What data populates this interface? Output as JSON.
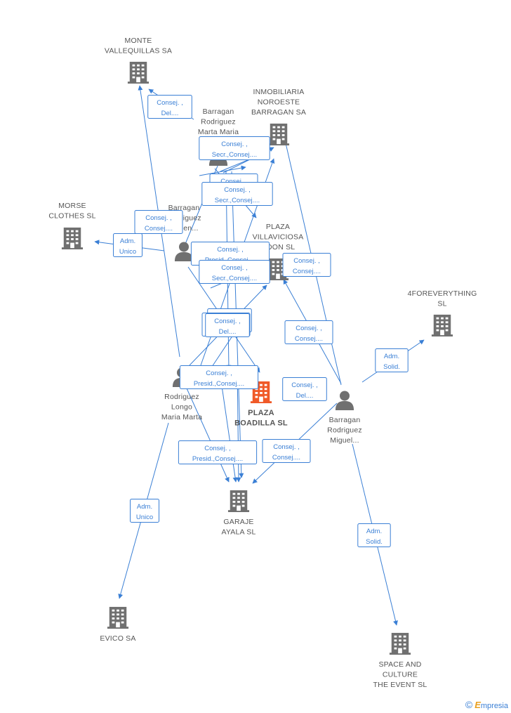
{
  "colors": {
    "edge": "#3a7fd5",
    "company": "#707070",
    "focus": "#f05a28",
    "person": "#707070"
  },
  "companies": [
    {
      "id": "monte",
      "label": [
        "MONTE",
        "VALLEQUILLAS SA"
      ],
      "icon": "building-icon"
    },
    {
      "id": "inmob",
      "label": [
        "INMOBILIARIA",
        "NOROESTE",
        "BARRAGAN SA"
      ],
      "icon": "building-icon"
    },
    {
      "id": "morse",
      "label": [
        "MORSE",
        "CLOTHES  SL"
      ],
      "icon": "building-icon"
    },
    {
      "id": "villaviciosa",
      "label": [
        "PLAZA",
        "VILLAVICIOSA",
        "ODON SL"
      ],
      "icon": "building-icon"
    },
    {
      "id": "4forever",
      "label": [
        "4FOREVERYTHING",
        "SL"
      ],
      "icon": "building-icon"
    },
    {
      "id": "boadilla",
      "label": [
        "PLAZA",
        "BOADILLA SL"
      ],
      "icon": "building-icon",
      "focus": true
    },
    {
      "id": "garaje",
      "label": [
        "GARAJE",
        "AYALA SL"
      ],
      "icon": "building-icon"
    },
    {
      "id": "evico",
      "label": [
        "EVICO SA"
      ],
      "icon": "building-icon"
    },
    {
      "id": "space",
      "label": [
        "SPACE AND",
        "CULTURE",
        "THE EVENT SL"
      ],
      "icon": "building-icon"
    }
  ],
  "persons": [
    {
      "id": "marta",
      "label": [
        "Barragan",
        "Rodriguez",
        "Marta Maria"
      ],
      "icon": "person-icon"
    },
    {
      "id": "ruben",
      "label": [
        "Barragan",
        "Rodriguez",
        "Ruben..."
      ],
      "icon": "person-icon"
    },
    {
      "id": "longo",
      "label": [
        "Rodriguez",
        "Longo",
        "Maria Marta"
      ],
      "icon": "person-icon"
    },
    {
      "id": "miguel",
      "label": [
        "Barragan",
        "Rodriguez",
        "Miguel..."
      ],
      "icon": "person-icon"
    }
  ],
  "badges": [
    [
      "Consej. ,",
      "Del...."
    ],
    [
      "Consej. ,",
      "Secr.,Consej...."
    ],
    [
      "Consej. ,",
      "Consej...."
    ],
    [
      "Consej. ,",
      "Secr.,Consej...."
    ],
    [
      "Consej. ,",
      "Consej...."
    ],
    [
      "Adm.",
      "Unico"
    ],
    [
      "Consej. ,",
      "Presid.,Consej...."
    ],
    [
      "Consej. ,",
      "Secr.,Consej...."
    ],
    [
      "Consej. ,",
      "Del...."
    ],
    [
      "Consej. ,",
      "Consej...."
    ],
    [
      "Consej. ,",
      "Consej...."
    ],
    [
      "Consej. ,",
      "Del...."
    ],
    [
      "Consej. ,",
      "Consej...."
    ],
    [
      "Adm.",
      "Solid."
    ],
    [
      "Consej. ,",
      "Presid.,Consej...."
    ],
    [
      "Consej. ,",
      "Del...."
    ],
    [
      "Consej. ,",
      "Presid.,Consej...."
    ],
    [
      "Consej. ,",
      "Consej...."
    ],
    [
      "Adm.",
      "Unico"
    ],
    [
      "Adm.",
      "Solid."
    ]
  ],
  "footer": {
    "copyright": "©",
    "brand_first": "E",
    "brand_rest": "mpresia"
  }
}
